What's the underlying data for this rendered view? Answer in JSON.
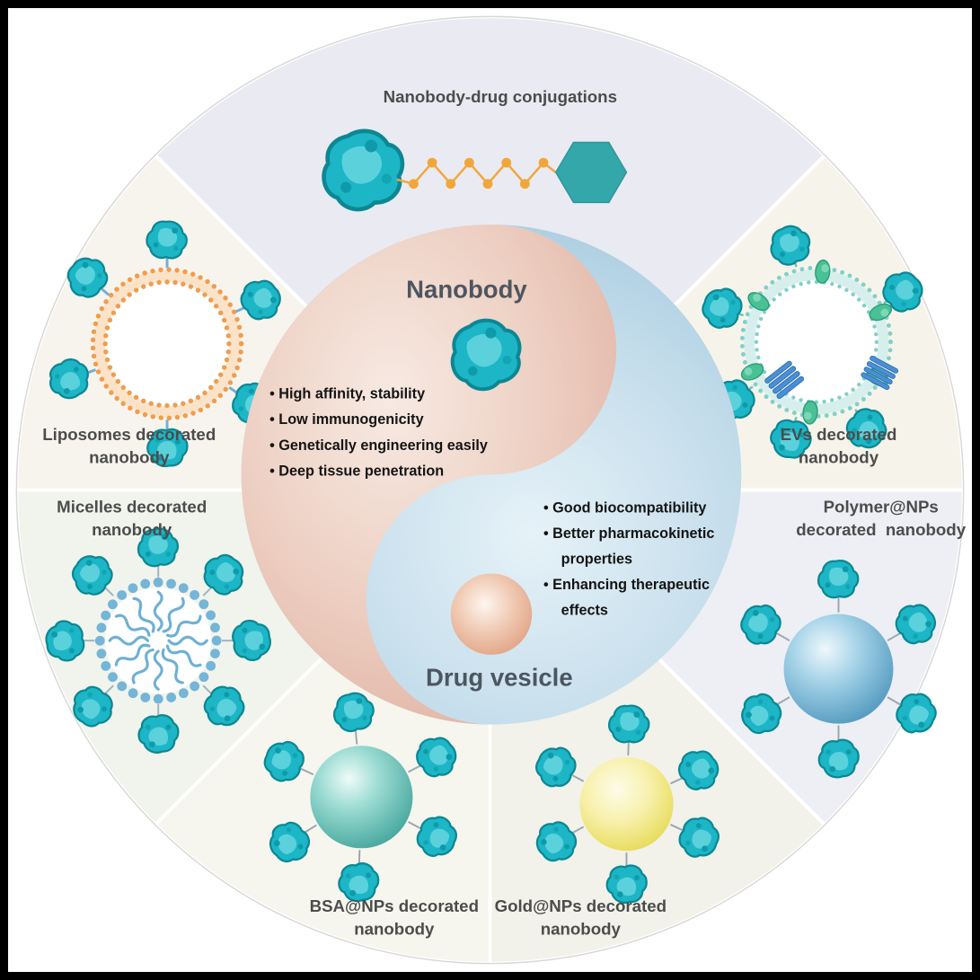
{
  "center": {
    "nanobody_title": "Nanobody",
    "drug_vesicle_title": "Drug vesicle",
    "nanobody_points": [
      "• High affinity, stability",
      "• Low immunogenicity",
      "• Genetically engineering easily",
      "• Deep tissue penetration"
    ],
    "vesicle_points_lines": [
      "• Good biocompatibility",
      "• Better pharmacokinetic",
      "properties",
      "• Enhancing therapeutic",
      "effects"
    ]
  },
  "sectors": {
    "top": {
      "label": "Nanobody-drug conjugations"
    },
    "liposomes": {
      "label_line1": "Liposomes decorated",
      "label_line2": "nanobody"
    },
    "evs": {
      "label_line1": "EVs decorated",
      "label_line2": "nanobody"
    },
    "micelles": {
      "label_line1": "Micelles decorated",
      "label_line2": "nanobody"
    },
    "polymer": {
      "label_line1": "Polymer@NPs",
      "label_line2": "decorated  nanobody"
    },
    "bsa": {
      "label_line1": "BSA@NPs decorated",
      "label_line2": "nanobody"
    },
    "gold": {
      "label_line1": "Gold@NPs decorated",
      "label_line2": "nanobody"
    }
  },
  "icons": {
    "nanobody_protein": "teal-blob",
    "drug_hexagon": "teal-hexagon",
    "linker_chain": "orange-dot-zigzag-chain",
    "liposome": "orange-dotted-bilayer-ring",
    "ev_vesicle": "teal-dotted-ring-with-green-proteins-and-blue-ribbons",
    "micelle": "blue-dot-ring-with-wavy-tails",
    "polymer_np": "blue-gradient-sphere",
    "bsa_np": "teal-gradient-sphere",
    "gold_np": "yellow-gradient-sphere",
    "drug_vesicle_ball": "salmon-gradient-sphere",
    "yinyang": "pink-blue-taiji"
  },
  "colors": {
    "nanobody_teal": "#1cb6c6",
    "yinyang_pink": "#e7c2b3",
    "yinyang_blue": "#a9cde1",
    "linker_orange": "#f1a63c",
    "liposome_orange": "#ef9d4e",
    "ev_teal": "#82cfca",
    "ev_protein_green": "#49c096",
    "ribbon_blue": "#4a8fd4",
    "micelle_blue": "#74b5d8",
    "polymer_blue": "#5fa8cd",
    "bsa_teal": "#52b5ab",
    "gold_yellow": "#ece05f",
    "drug_ball_salmon": "#e8b49a",
    "label_gray": "#4c4c4c"
  }
}
